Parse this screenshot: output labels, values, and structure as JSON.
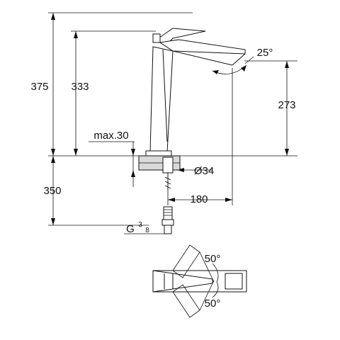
{
  "dimensions": {
    "total_height": "375",
    "spout_height": "333",
    "aerator_height": "273",
    "max_deck": "max.30",
    "hole_diameter": "Ø34",
    "hose_length": "350",
    "spout_reach": "180",
    "thread_letter": "G",
    "thread_numerator": "3",
    "thread_denominator": "8",
    "spout_angle": "25°",
    "swivel_angle_top": "50°",
    "swivel_angle_bottom": "50°"
  },
  "colors": {
    "line": "#111111",
    "fill_gray": "#d9d9d9"
  }
}
